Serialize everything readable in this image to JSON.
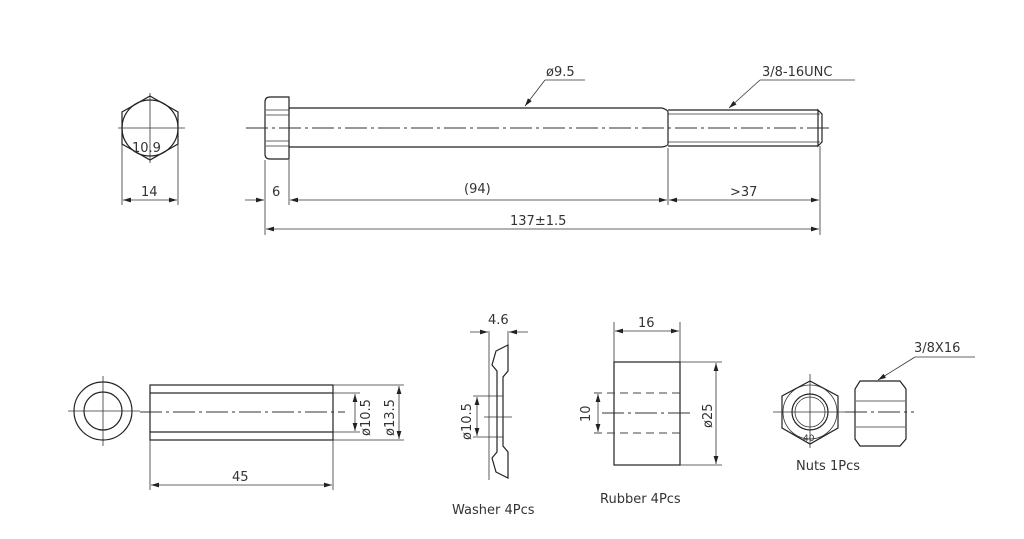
{
  "bolt": {
    "grade_mark": "10.9",
    "head_width": "14",
    "head_height": "6",
    "shank_length": "(94)",
    "thread_length": ">37",
    "total_length": "137±1.5",
    "shank_diameter": "ø9.5",
    "thread_spec": "3/8-16UNC"
  },
  "sleeve": {
    "inner_diameter": "ø10.5",
    "outer_diameter": "ø13.5",
    "length": "45"
  },
  "washer": {
    "thickness": "4.6",
    "hole_diameter": "ø10.5",
    "caption": "Washer  4Pcs"
  },
  "rubber": {
    "length": "16",
    "hole_diameter": "10",
    "outer_diameter": "ø25",
    "caption": "Rubber  4Pcs"
  },
  "nut": {
    "thread_spec": "3/8X16",
    "grade_mark": "40",
    "caption": "Nuts  1Pcs"
  }
}
